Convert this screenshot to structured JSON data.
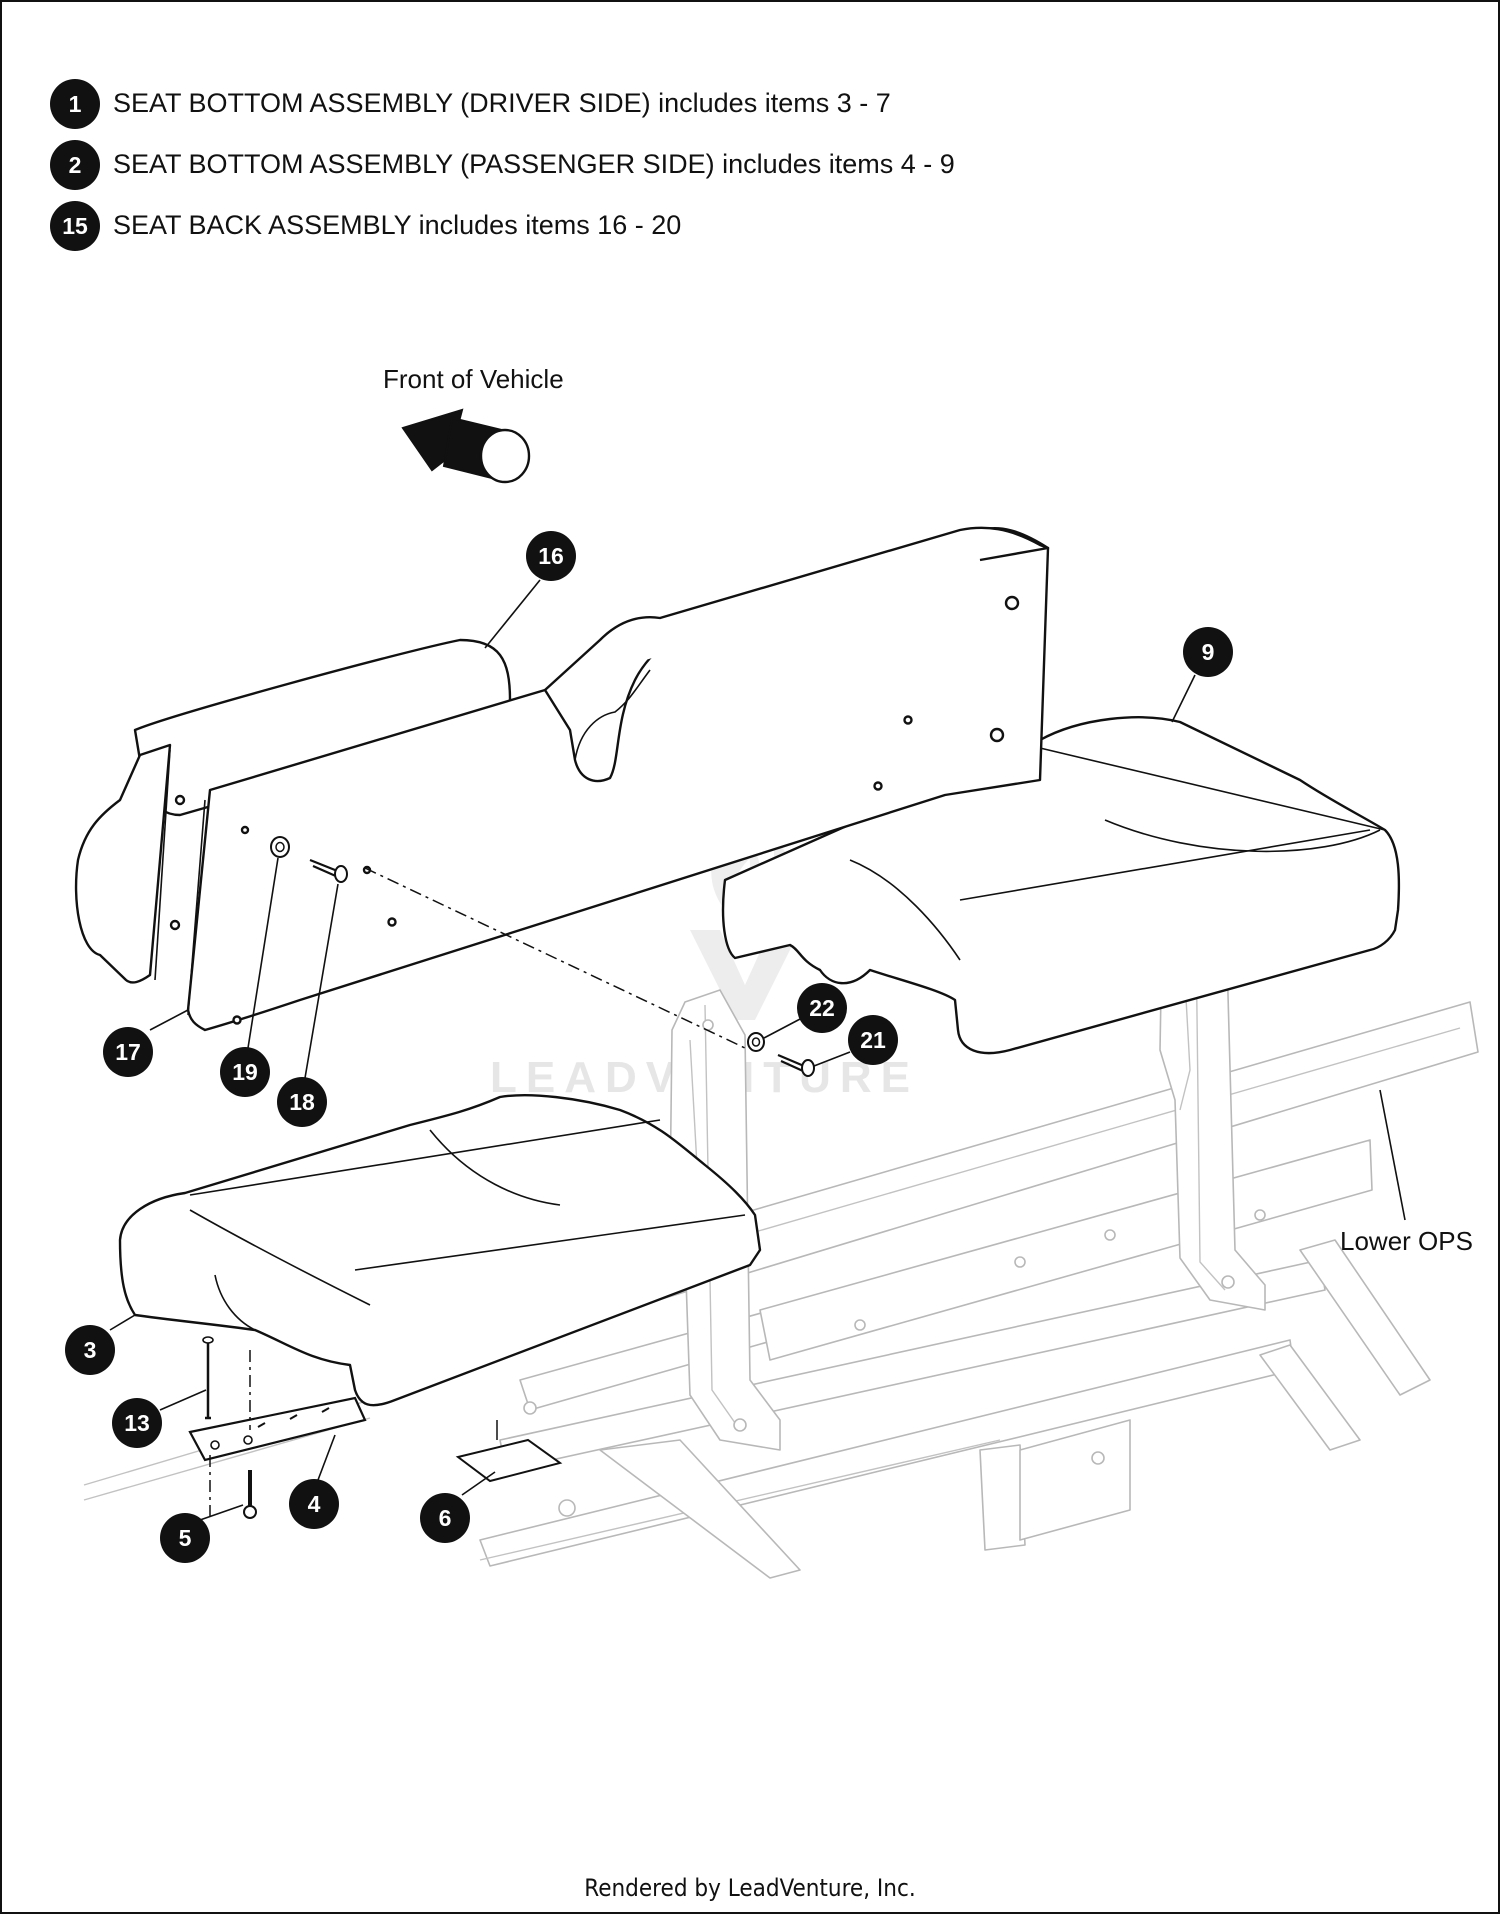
{
  "legend": [
    {
      "num": "1",
      "text": "SEAT BOTTOM ASSEMBLY (DRIVER SIDE) includes items 3 - 7"
    },
    {
      "num": "2",
      "text": "SEAT BOTTOM ASSEMBLY (PASSENGER SIDE) includes items 4 - 9"
    },
    {
      "num": "15",
      "text": "SEAT BACK ASSEMBLY includes items 16 - 20"
    }
  ],
  "labels": {
    "front": "Front of Vehicle",
    "lower_ops": "Lower OPS"
  },
  "callouts": [
    "16",
    "9",
    "17",
    "19",
    "18",
    "22",
    "21",
    "3",
    "13",
    "4",
    "5",
    "6"
  ],
  "watermark": "LEADVENTURE",
  "footer": "Rendered by LeadVenture, Inc.",
  "colors": {
    "ink": "#111111",
    "callout_fill": "#111111",
    "callout_text": "#ffffff",
    "background_part": "#b8b8b8",
    "watermark": "#e4e4e4"
  }
}
